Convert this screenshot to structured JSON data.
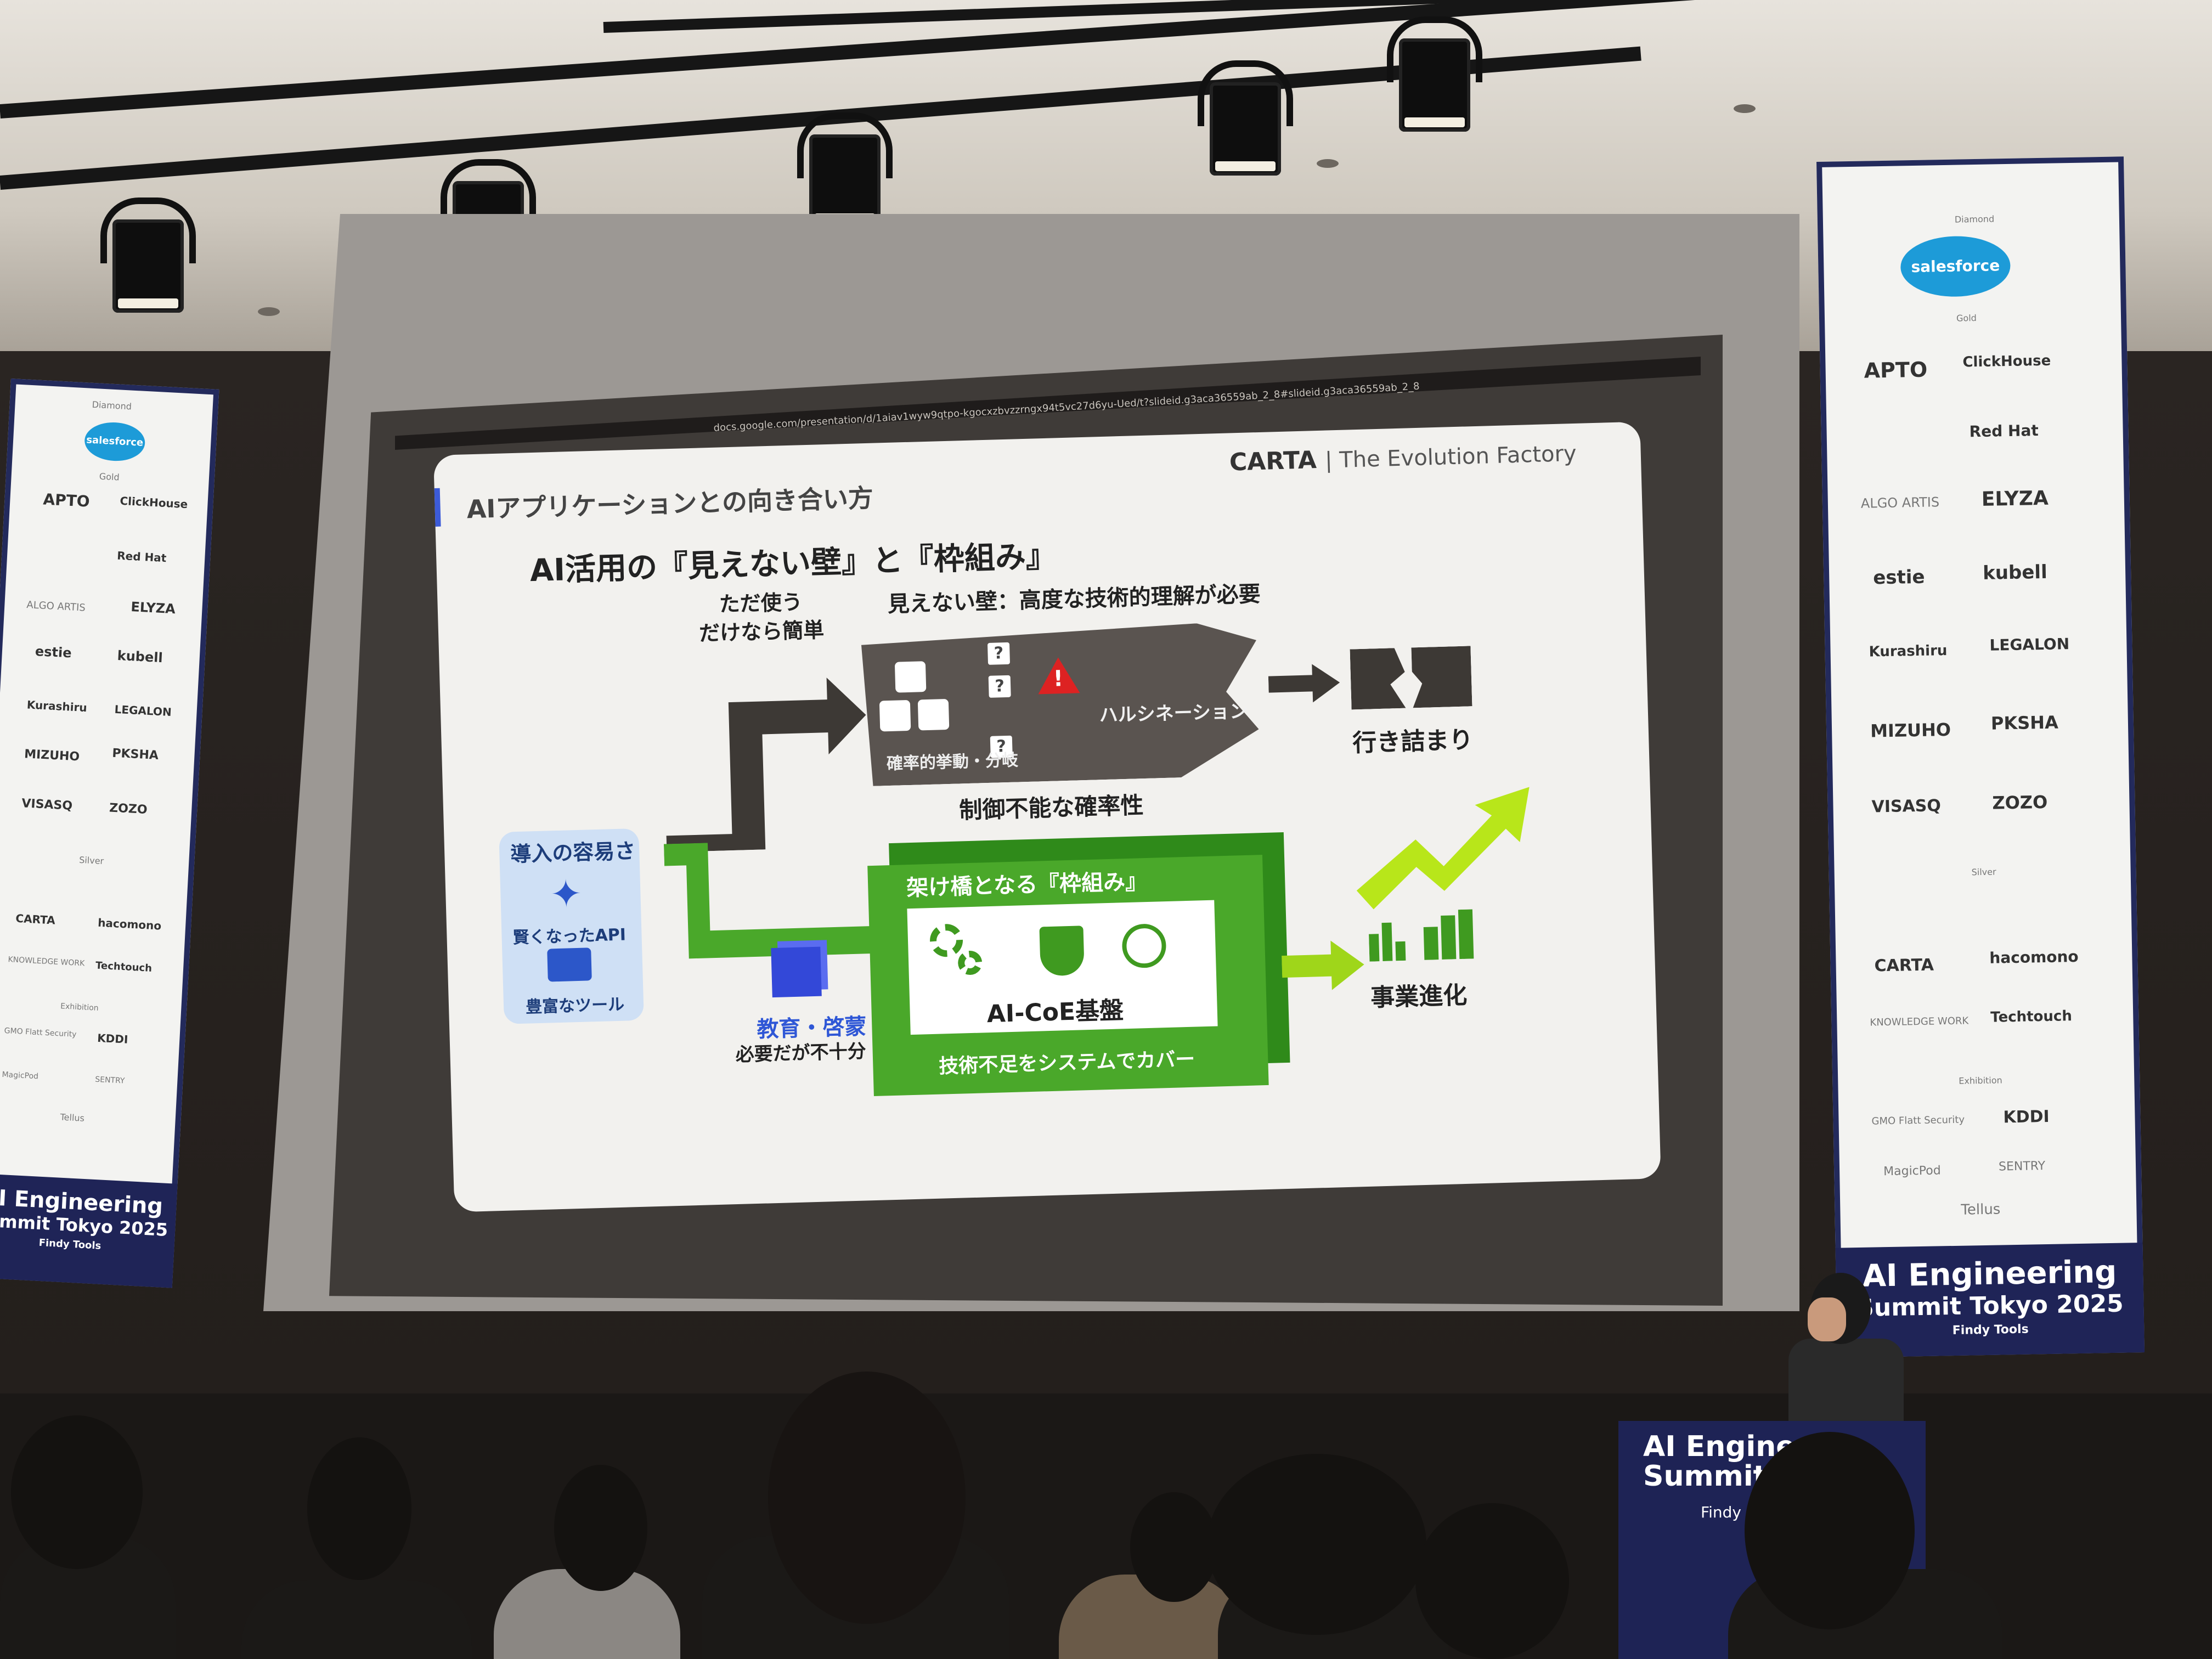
{
  "browser": {
    "url": "docs.google.com/presentation/d/1aiav1wyw9qtpo-kgocxzbvzzrngx94t5vc27d6yu-Ued/t?slideid.g3aca36559ab_2_8#slideid.g3aca36559ab_2_8"
  },
  "slide": {
    "section_title": "AIアプリケーションとの向き合い方",
    "logo_brand": "CARTA",
    "logo_tagline": "The Evolution Factory",
    "headline": "AI活用の『見えない壁』と『枠組み』",
    "invisible_wall_label": "見えない壁：高度な技術的理解が必要",
    "just_use_line1": "ただ使う",
    "just_use_line2": "だけなら簡単",
    "probabilistic_label": "確率的挙動・分岐",
    "hallucination_label": "ハルシネーション",
    "uncontrollable_label": "制御不能な確率性",
    "dead_end_label": "行き詰まり",
    "ease_title": "導入の容易さ",
    "smart_api_label": "賢くなったAPI",
    "rich_tools_label": "豊富なツール",
    "education_label": "教育・啓蒙",
    "education_sub": "必要だが不十分",
    "framework_title": "架け橋となる『枠組み』",
    "coe_label": "AI-CoE基盤",
    "cover_label": "技術不足をシステムでカバー",
    "business_evolution_label": "事業進化",
    "question_mark": "?",
    "warning_mark": "!"
  },
  "banner": {
    "tier_diamond": "Diamond",
    "tier_gold": "Gold",
    "tier_silver": "Silver",
    "tier_exhibition": "Exhibition",
    "sponsors_diamond": [
      "salesforce"
    ],
    "sponsors_gold": [
      "APTO",
      "ClickHouse",
      "Red Hat",
      "ALGO ARTIS",
      "ELYZA",
      "estie",
      "kubell",
      "Kurashiru",
      "LEGALON",
      "MIZUHO",
      "PKSHA",
      "VISASQ",
      "ZOZO"
    ],
    "sponsors_silver": [
      "CARTA",
      "hacomono",
      "KNOWLEDGE WORK",
      "Techtouch"
    ],
    "sponsors_exhibition": [
      "GMO Flatt Security",
      "KDDI",
      "MagicPod",
      "SENTRY",
      "Tellus"
    ],
    "event_line1": "AI Engineering",
    "event_line2": "Summit Tokyo 2025",
    "organizer": "Findy Tools"
  },
  "podium": {
    "line1": "AI Engine",
    "line2": "Summit Tok",
    "organizer": "Findy"
  },
  "colors": {
    "banner_navy": "#1f2457",
    "framework_green": "#4aa82a",
    "ease_blue_bg": "#cfe0f5",
    "accent_blue": "#3348d8",
    "warning_red": "#dd2222",
    "lime": "#b8e61a"
  }
}
